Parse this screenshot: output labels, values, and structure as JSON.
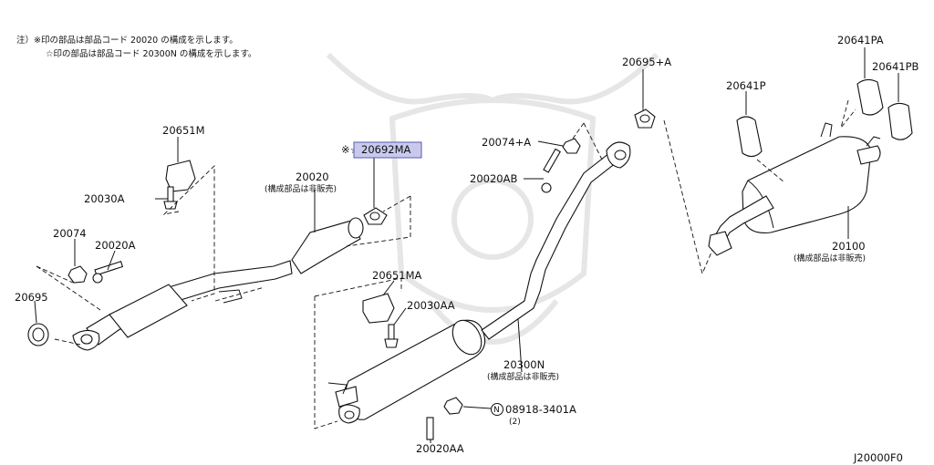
{
  "notes": {
    "line1": "注）※印の部品は部品コード 20020 の構成を示します。",
    "line2": "☆印の部品は部品コード 20300N の構成を示します。"
  },
  "callouts": {
    "p20651M": "20651M",
    "p20030A": "20030A",
    "p20074": "20074",
    "p20020A": "20020A",
    "p20695": "20695",
    "p20020": "20020",
    "p20020_sub": "(構成部品は非販売)",
    "p20692MA_prefix": "※☆",
    "p20692MA": "20692MA",
    "p20651MA": "20651MA",
    "p20030AA": "20030AA",
    "p20074A": "20074+A",
    "p20020AB": "20020AB",
    "p20695A": "20695+A",
    "p20300N": "20300N",
    "p20300N_sub": "(構成部品は非販売)",
    "p08918_circle": "N",
    "p08918": "08918-3401A",
    "p08918_qty": "(2)",
    "p20020AA": "20020AA",
    "p20641P": "20641P",
    "p20641PA": "20641PA",
    "p20641PB": "20641PB",
    "p20100": "20100",
    "p20100_sub": "(構成部品は非販売)"
  },
  "diagram_code": "J20000F0",
  "highlight_color": "#c9c9ef"
}
